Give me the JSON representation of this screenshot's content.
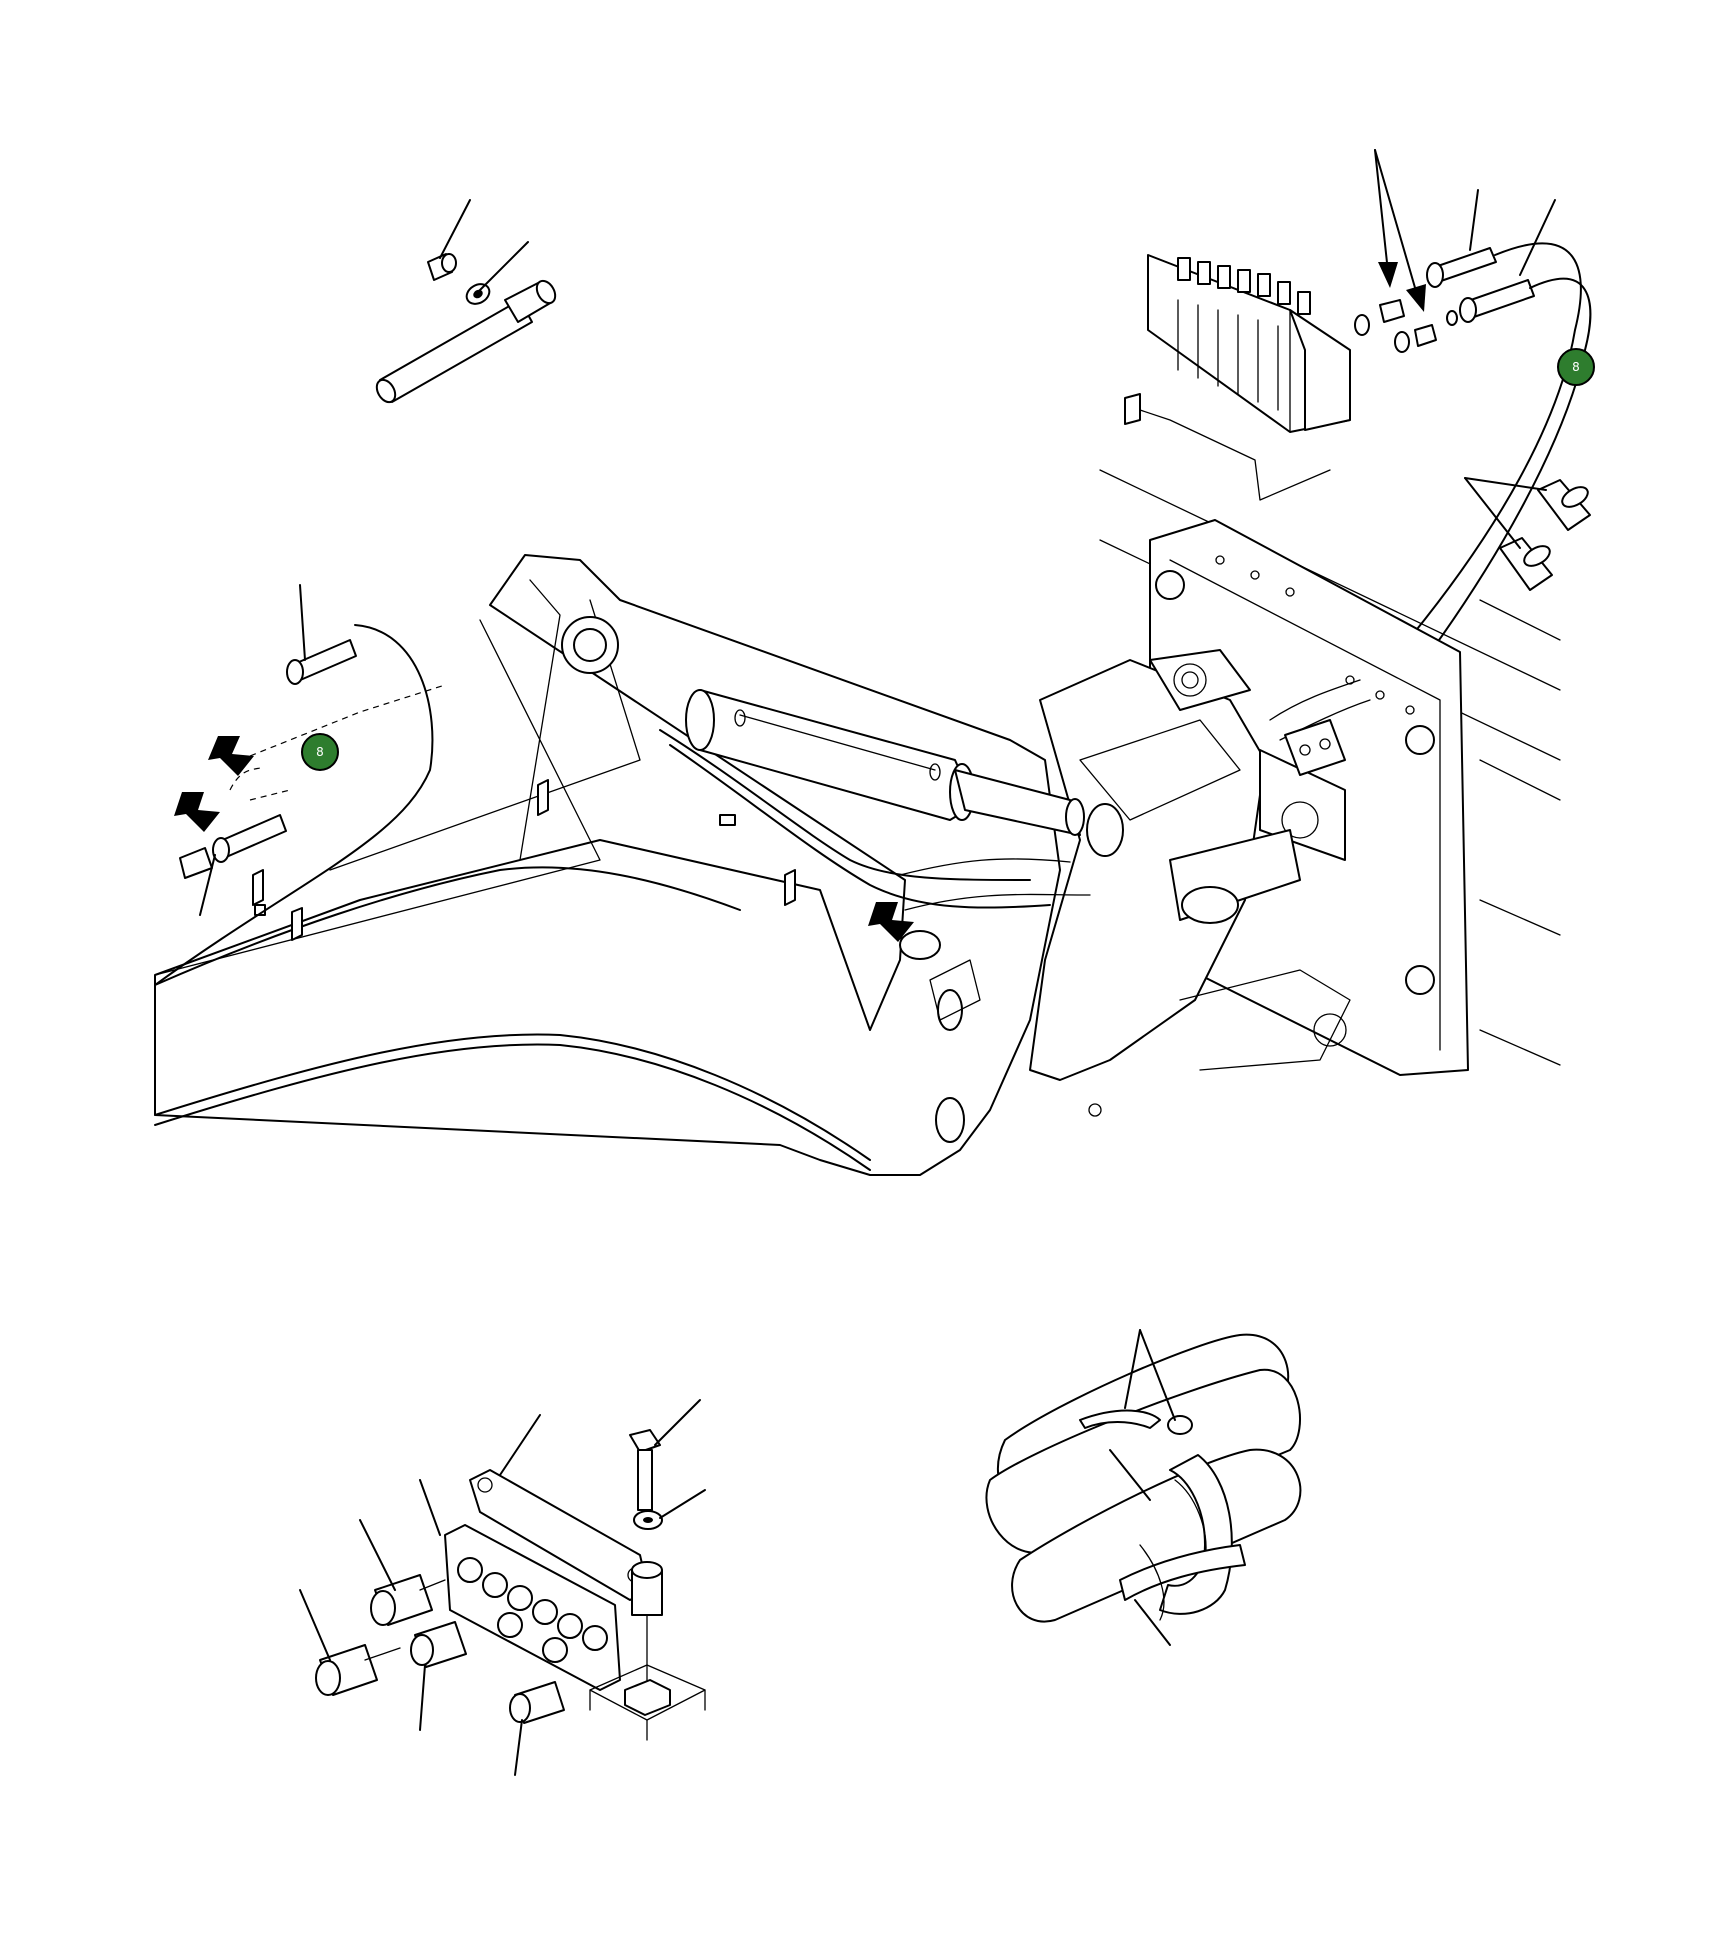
{
  "markers": [
    {
      "id": "marker-hose-right",
      "label": "8",
      "color": "#2e7d2e"
    },
    {
      "id": "marker-hose-left",
      "label": "8",
      "color": "#2e7d2e"
    }
  ],
  "colors": {
    "line": "#000000",
    "background": "#ffffff",
    "marker_fill": "#2e7d2e"
  },
  "icons": {
    "arrow": "black-arrow-icon"
  }
}
